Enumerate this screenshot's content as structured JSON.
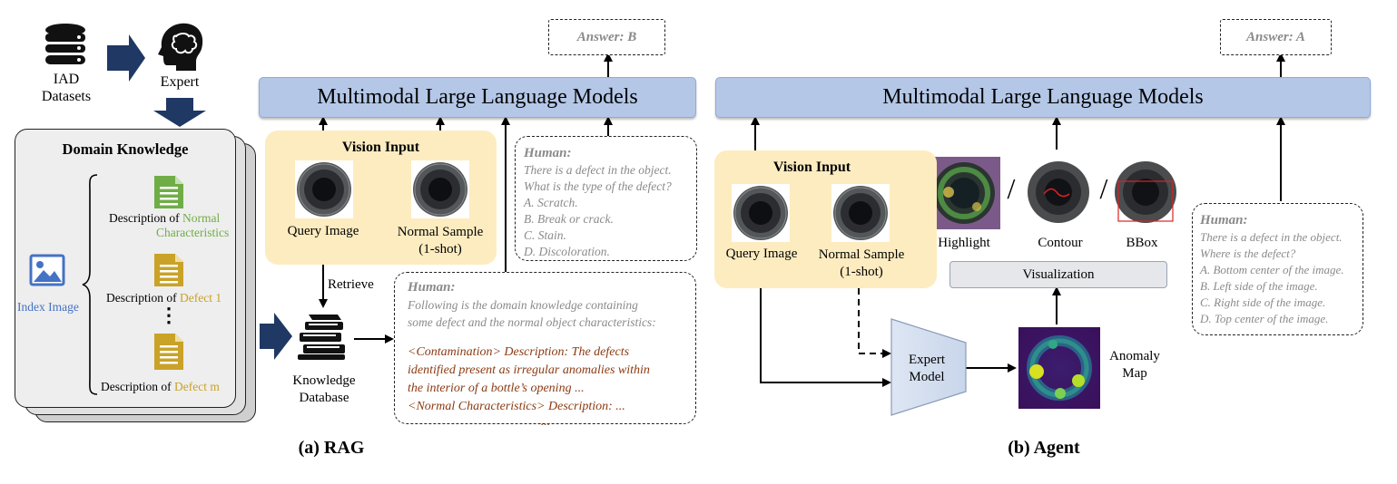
{
  "left": {
    "datasets_label_line1": "IAD",
    "datasets_label_line2": "Datasets",
    "expert_label": "Expert",
    "domain_knowledge_title": "Domain Knowledge",
    "index_image_label": "Index Image",
    "desc_prefix": "Description of",
    "normal_part1": "Normal",
    "normal_part2": "Characteristics",
    "defect1": "Defect 1",
    "defectm": "Defect m",
    "ellipsis": "⋮",
    "colors": {
      "green": "#70ad47",
      "gold": "#c9a227",
      "blue": "#4472c4"
    }
  },
  "rag": {
    "mllm_label": "Multimodal Large Language Models",
    "answer_label": "Answer: B",
    "vision_input_title": "Vision Input",
    "query_image_label": "Query Image",
    "normal_sample_label_line1": "Normal Sample",
    "normal_sample_label_line2": "(1-shot)",
    "retrieve_label": "Retrieve",
    "kb_label_line1": "Knowledge",
    "kb_label_line2": "Database",
    "human_top": {
      "title": "Human:",
      "lines": [
        "There is a defect in the object.",
        "What is the type of the defect?",
        "A. Scratch.",
        "B. Break or crack.",
        "C. Stain.",
        "D. Discoloration."
      ]
    },
    "human_bottom": {
      "title": "Human:",
      "gray_lines": [
        "Following is the domain knowledge containing",
        "some defect and the normal object characteristics:"
      ],
      "brown_lines": [
        "<Contamination> Description: The defects",
        "identified present as irregular anomalies within",
        "the interior of a bottle’s opening ...",
        "<Normal Characteristics> Description: ..."
      ],
      "tail": "..."
    },
    "caption": "(a) RAG"
  },
  "agent": {
    "mllm_label": "Multimodal Large Language Models",
    "answer_label": "Answer: A",
    "vision_input_title": "Vision Input",
    "query_image_label": "Query Image",
    "normal_sample_label_line1": "Normal Sample",
    "normal_sample_label_line2": "(1-shot)",
    "highlight_label": "Highlight",
    "contour_label": "Contour",
    "bbox_label": "BBox",
    "slash": "/",
    "visualization_label": "Visualization",
    "expert_model_line1": "Expert",
    "expert_model_line2": "Model",
    "anomaly_map_line1": "Anomaly",
    "anomaly_map_line2": "Map",
    "human": {
      "title": "Human:",
      "lines": [
        "There is a defect in the object.",
        "Where is the defect?",
        "A. Bottom center of the image.",
        "B. Left side of the image.",
        "C. Right side of the image.",
        "D. Top center of the image."
      ]
    },
    "caption": "(b) Agent"
  }
}
